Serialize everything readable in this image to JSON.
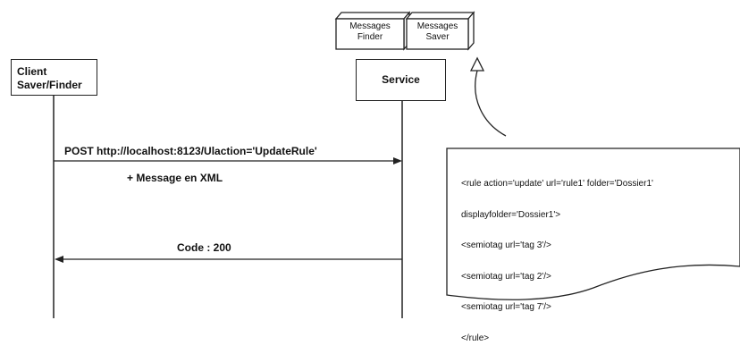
{
  "participants": {
    "client": {
      "line1": "Client",
      "line2": "Saver/Finder"
    },
    "service": {
      "label": "Service"
    }
  },
  "components": [
    {
      "line1": "Messages",
      "line2": "Finder"
    },
    {
      "line1": "Messages",
      "line2": "Saver"
    }
  ],
  "messages": {
    "request": {
      "label": "POST http://localhost:8123/Ulaction='UpdateRule'",
      "note": "+ Message en XML"
    },
    "response": {
      "label": "Code : 200"
    }
  },
  "document": {
    "lines": [
      "<rule action='update' url='rule1' folder='Dossier1'",
      "displayfolder='Dossier1'>",
      "<semiotag url='tag 3'/>",
      "<semiotag url='tag 2'/>",
      "<semiotag url='tag 7'/>",
      "</rule>"
    ]
  }
}
